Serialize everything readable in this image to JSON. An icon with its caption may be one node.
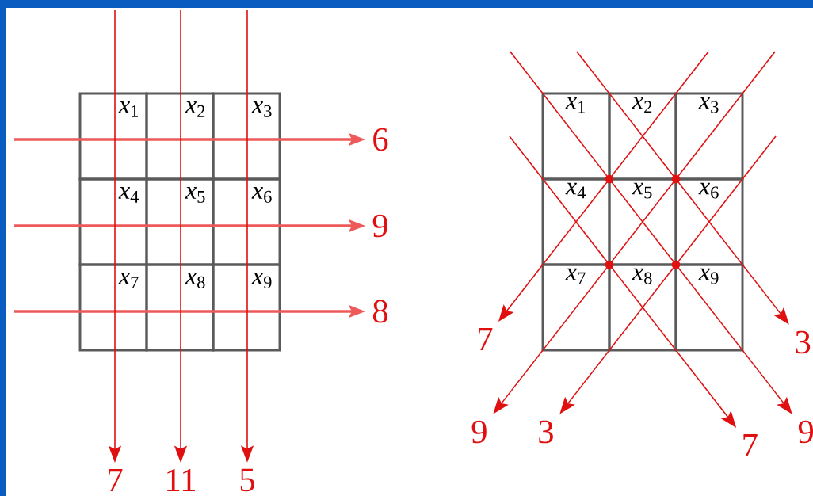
{
  "diagram": {
    "nodes": [
      {
        "text": [
          "*x*$_{1}$"
        ]
      },
      {
        "text": [
          "*x*$_{2}$"
        ]
      },
      {
        "text": [
          "*x*$_{3}$"
        ]
      },
      {
        "text": [
          "*x*$_{4}$"
        ]
      },
      {
        "text": [
          "*x*$_{5}$"
        ]
      },
      {
        "text": [
          "*x*$_{6}$"
        ]
      },
      {
        "text": [
          "*x*$_{7}$"
        ]
      },
      {
        "text": [
          "*x*$_{8}$"
        ]
      },
      {
        "text": [
          "*x*$_{9}$"
        ]
      },
      {
        "text": [
          "*x*$_{1}$"
        ]
      },
      {
        "text": [
          "*x*$_{2}$"
        ]
      },
      {
        "text": [
          "*x*$_{3}$"
        ]
      },
      {
        "text": [
          "*x*$_{4}$"
        ]
      },
      {
        "text": [
          "*x*$_{5}$"
        ]
      },
      {
        "text": [
          "*x*$_{6}$"
        ]
      },
      {
        "text": [
          "*x*$_{7}$"
        ]
      },
      {
        "text": [
          "*x*$_{8}$"
        ]
      },
      {
        "text": [
          "*x*$_{9}$"
        ]
      },
      {
        "text": [
          "6"
        ]
      },
      {
        "text": [
          "9"
        ]
      },
      {
        "text": [
          "8"
        ]
      },
      {
        "text": [
          "7"
        ]
      },
      {
        "text": [
          "11"
        ]
      },
      {
        "text": [
          "5"
        ]
      },
      {
        "text": [
          "7"
        ]
      },
      {
        "text": [
          "3"
        ]
      },
      {
        "text": [
          "9"
        ]
      },
      {
        "text": [
          "3"
        ]
      },
      {
        "text": [
          "9"
        ]
      },
      {
        "text": [
          "7"
        ]
      }
    ],
    "edges": [
      {
        "from": null,
        "to": 18,
        "arrow": "to",
        "style": "thick",
        "color": "#ee5a5a"
      },
      {
        "from": null,
        "to": 19,
        "arrow": "to",
        "style": "thick",
        "color": "#ee5a5a"
      },
      {
        "from": null,
        "to": 20,
        "arrow": "to",
        "style": "thick",
        "color": "#ee5a5a"
      },
      {
        "from": null,
        "to": 21,
        "arrow": "to"
      },
      {
        "from": null,
        "to": 22,
        "arrow": "to"
      },
      {
        "from": null,
        "to": 23,
        "arrow": "to"
      },
      {
        "from": null,
        "to": 24,
        "arrow": "to"
      },
      {
        "from": null,
        "to": 25,
        "arrow": "to"
      },
      {
        "from": null,
        "to": 26,
        "arrow": "to"
      },
      {
        "from": null,
        "to": 27,
        "arrow": "to"
      },
      {
        "from": null,
        "to": 28,
        "arrow": "to"
      },
      {
        "from": null,
        "to": 29,
        "arrow": "to"
      }
    ]
  }
}
